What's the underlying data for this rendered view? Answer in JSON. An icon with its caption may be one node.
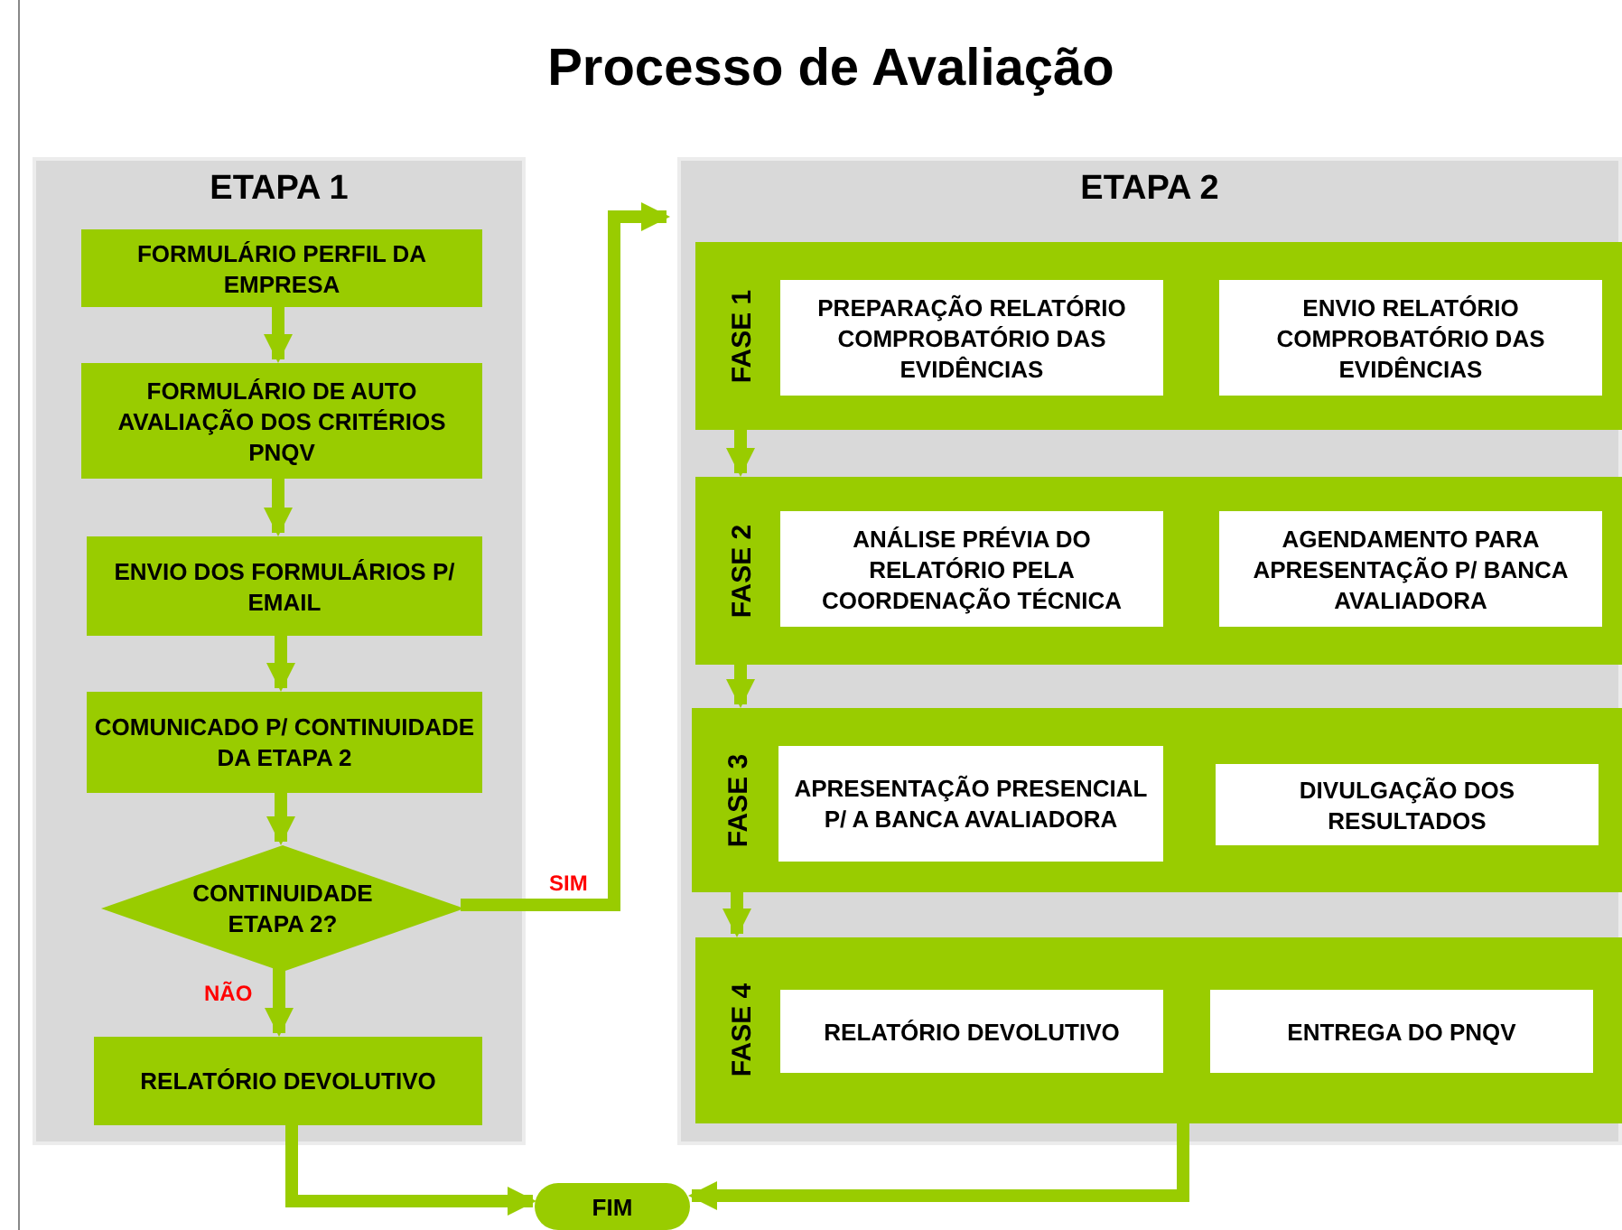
{
  "diagram": {
    "title": "Processo de Avaliação",
    "nodes": [
      {
        "text": [
          "ETAPA 1"
        ]
      },
      {
        "text": [
          "FORMULÁRIO PERFIL DA EMPRESA"
        ],
        "in": 0
      },
      {
        "text": [
          "FORMULÁRIO DE AUTO AVALIAÇÃO DOS CRITÉRIOS PNQV"
        ],
        "in": 0
      },
      {
        "text": [
          "ENVIO DOS FORMULÁRIOS P/  EMAIL"
        ],
        "in": 0
      },
      {
        "text": [
          "COMUNICADO P/ CONTINUIDADE DA ETAPA 2"
        ],
        "in": 0
      },
      {
        "text": [
          "CONTINUIDADE ETAPA  2?"
        ],
        "in": 0
      },
      {
        "text": [
          "RELATÓRIO DEVOLUTIVO"
        ],
        "in": 0
      },
      {
        "text": [
          "ETAPA 2"
        ]
      },
      {
        "text": [
          "FASE 1"
        ],
        "in": 7
      },
      {
        "text": [
          "PREPARAÇÃO RELATÓRIO COMPROBATÓRIO DAS EVIDÊNCIAS"
        ],
        "in": 8
      },
      {
        "text": [
          "ENVIO RELATÓRIO COMPROBATÓRIO DAS EVIDÊNCIAS"
        ],
        "in": 8
      },
      {
        "text": [
          "FASE 2"
        ],
        "in": 7
      },
      {
        "text": [
          "ANÁLISE PRÉVIA DO RELATÓRIO PELA COORDENAÇÃO TÉCNICA"
        ],
        "in": 11
      },
      {
        "text": [
          "AGENDAMENTO PARA APRESENTAÇÃO P/ BANCA AVALIADORA"
        ],
        "in": 11
      },
      {
        "text": [
          "FASE 3"
        ],
        "in": 7
      },
      {
        "text": [
          "APRESENTAÇÃO PRESENCIAL P/ A BANCA AVALIADORA"
        ],
        "in": 14
      },
      {
        "text": [
          "DIVULGAÇÃO DOS RESULTADOS"
        ],
        "in": 14
      },
      {
        "text": [
          "FASE 4"
        ],
        "in": 7
      },
      {
        "text": [
          "RELATÓRIO DEVOLUTIVO"
        ],
        "in": 17
      },
      {
        "text": [
          "ENTREGA DO PNQV"
        ],
        "in": 17
      },
      {
        "text": [
          "FIM"
        ]
      }
    ],
    "edges": [
      {
        "from": 1,
        "to": 2,
        "arrow": "to"
      },
      {
        "from": 2,
        "to": 3,
        "arrow": "to"
      },
      {
        "from": 3,
        "to": 4,
        "arrow": "to"
      },
      {
        "from": 4,
        "to": 5,
        "arrow": "to"
      },
      {
        "from": 5,
        "to": 7,
        "arrow": "to",
        "label": "SIM"
      },
      {
        "from": 5,
        "to": 6,
        "arrow": "to",
        "label": "NÃO"
      },
      {
        "from": 6,
        "to": 20,
        "arrow": "to"
      },
      {
        "from": 8,
        "to": 11,
        "arrow": "to"
      },
      {
        "from": 11,
        "to": 14,
        "arrow": "to"
      },
      {
        "from": 14,
        "to": 17,
        "arrow": "to"
      },
      {
        "from": 17,
        "to": 20,
        "arrow": "to"
      }
    ]
  }
}
